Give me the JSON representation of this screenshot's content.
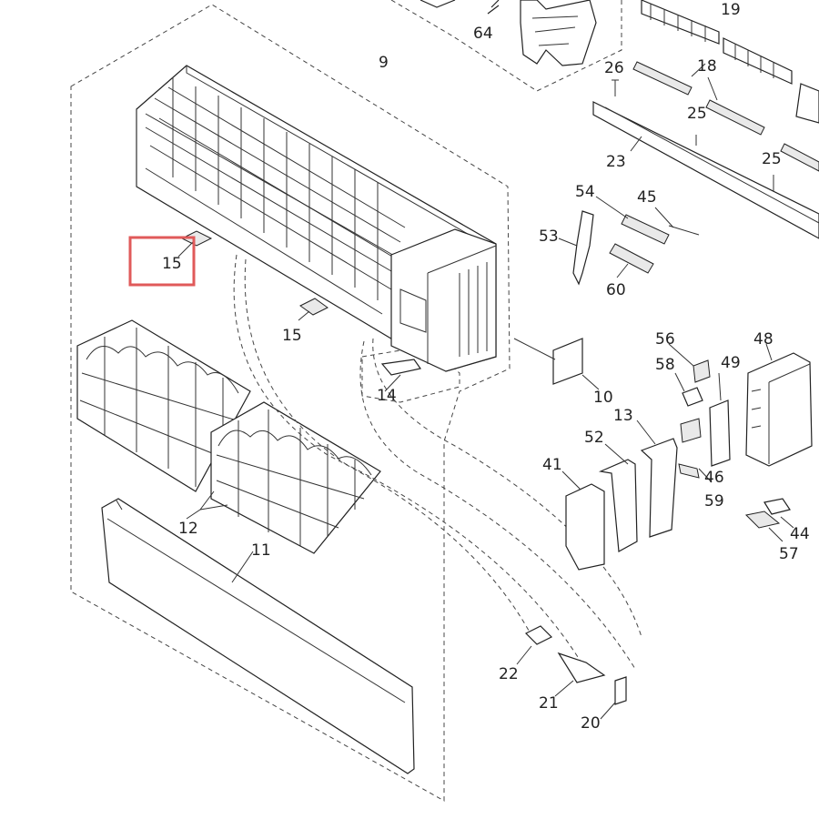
{
  "highlight": {
    "label": "15",
    "color": "#e05a5a"
  },
  "callouts": {
    "c64": "64",
    "c19": "19",
    "c9": "9",
    "c26": "26",
    "c18": "18",
    "c25a": "25",
    "c25b": "25",
    "c23": "23",
    "c54": "54",
    "c45": "45",
    "c53": "53",
    "c60": "60",
    "c15b": "15",
    "c14": "14",
    "c10": "10",
    "c56": "56",
    "c48": "48",
    "c58": "58",
    "c49": "49",
    "c13": "13",
    "c52": "52",
    "c41": "41",
    "c46": "46",
    "c59": "59",
    "c44": "44",
    "c57": "57",
    "c12": "12",
    "c11": "11",
    "c22": "22",
    "c21": "21",
    "c20": "20"
  }
}
